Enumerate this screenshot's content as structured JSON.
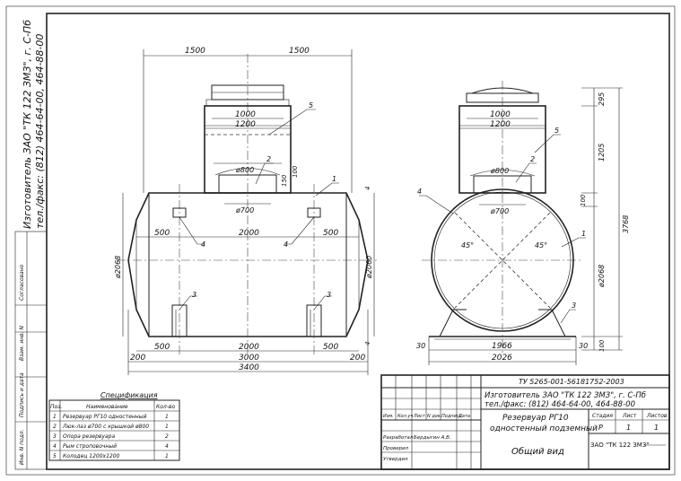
{
  "side_stamp": {
    "manufacturer": "Изготовитель ЗАО \"ТК 122 ЗМЗ\", г. С-Пб",
    "phone": "тел./факс: (812) 464-64-00, 464-88-00"
  },
  "margin_cells": [
    "Согласовано",
    "Взам. инв. N",
    "Подпись и дата",
    "Инв. N подл."
  ],
  "front_view": {
    "dims_top": [
      "1500",
      "1500"
    ],
    "hatch_dims": [
      "1000",
      "1200"
    ],
    "neck_dims": [
      "ø800",
      "ø700",
      "150",
      "100"
    ],
    "dims_mid": [
      "500",
      "2000",
      "500"
    ],
    "dims_bottom": [
      "500",
      "2000",
      "500"
    ],
    "dims_overall": [
      "200",
      "3000",
      "200",
      "3400"
    ],
    "dims_vertical": [
      "ø2068",
      "ø2060"
    ],
    "edge_marks": [
      "4",
      "4"
    ],
    "callouts": [
      "5",
      "2",
      "1",
      "4",
      "4",
      "3",
      "3"
    ]
  },
  "side_view": {
    "hatch_dims": [
      "1000",
      "1200"
    ],
    "neck_dims": [
      "ø800",
      "ø700"
    ],
    "vertical_dims": [
      "295",
      "1205",
      "3768",
      "100",
      "ø2068",
      "100"
    ],
    "angles": [
      "45°",
      "45°"
    ],
    "base_dims": [
      "30",
      "1966",
      "30",
      "2026"
    ],
    "callouts": [
      "5",
      "2",
      "4",
      "1",
      "3"
    ]
  },
  "specification": {
    "title": "Спецификация",
    "headers": [
      "Поз.",
      "Наименование",
      "Кол-во"
    ],
    "rows": [
      {
        "pos": "1",
        "name": "Резервуар РГ10 одностенный",
        "qty": "1"
      },
      {
        "pos": "2",
        "name": "Люк-лаз ø700 с крышкой ø800",
        "qty": "1"
      },
      {
        "pos": "3",
        "name": "Опора резервуара",
        "qty": "2"
      },
      {
        "pos": "4",
        "name": "Рым строповочный",
        "qty": "4"
      },
      {
        "pos": "5",
        "name": "Колодец 1200х1200",
        "qty": "1"
      }
    ]
  },
  "title_block": {
    "doc_code": "ТУ 5265-001-56181752-2003",
    "manufacturer": "Изготовитель ЗАО \"ТК 122 ЗМЗ\", г. С-Пб",
    "phone": "тел./факс: (812) 464-64-00, 464-88-00",
    "col_headers": [
      "Изм.",
      "Кол.уч",
      "Лист",
      "N док.",
      "Подпись",
      "Дата"
    ],
    "product_line1": "Резервуар РГ10",
    "product_line2": "одностенный подземный",
    "stage_headers": [
      "Стадия",
      "Лист",
      "Листов"
    ],
    "stage_values": [
      "Р",
      "1",
      "1"
    ],
    "sheet_name": "Общий вид",
    "roles": [
      "Разработал",
      "Проверил",
      "Утвердил"
    ],
    "developer": "Бердыгин А.В.",
    "company": "ЗАО \"ТК 122 ЗМЗ\""
  }
}
